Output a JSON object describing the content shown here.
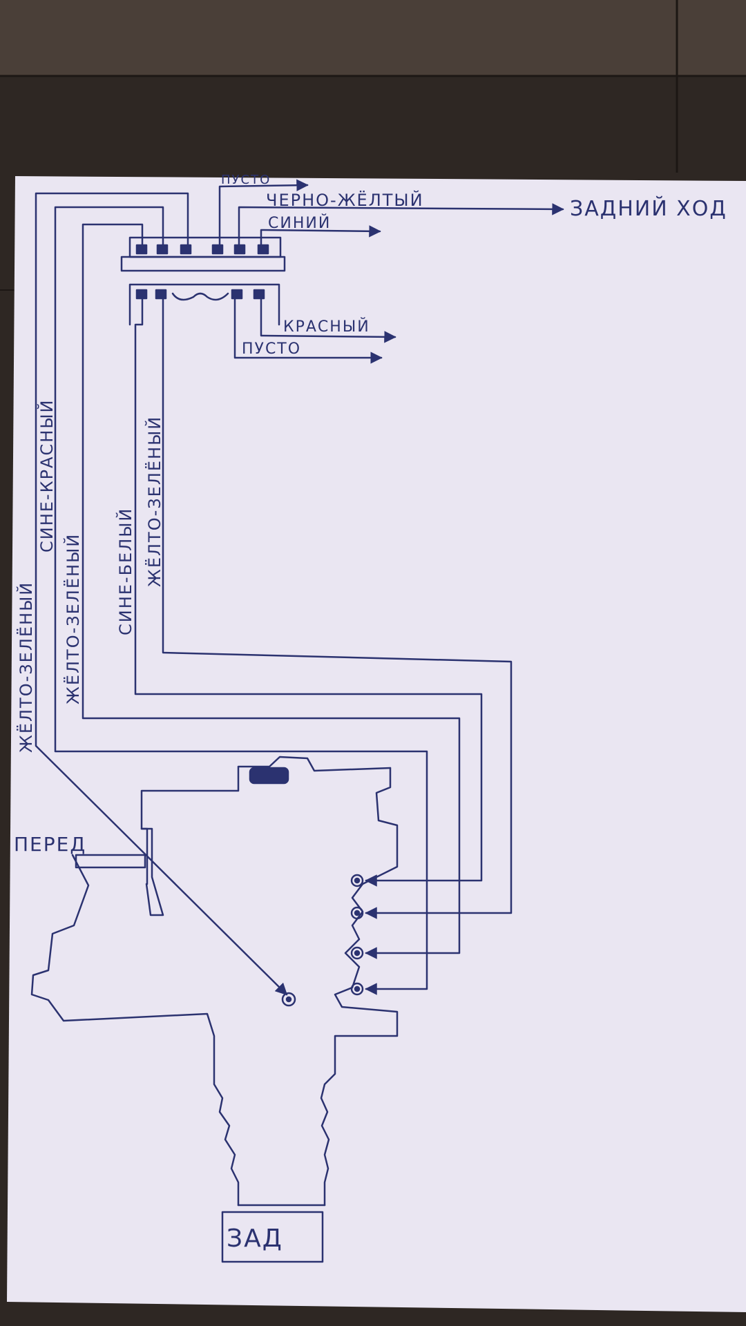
{
  "labels": {
    "pusto_top": "ПУСТО",
    "cherno_zhelty": "ЧЕРНО-ЖЁЛТЫЙ",
    "zadniy_hod": "ЗАДНИЙ ХОД",
    "siniy": "СИНИЙ",
    "krasny": "КРАСНЫЙ",
    "pusto_bottom": "ПУСТО",
    "wire_zhelto_zeleny_1": "ЖЁЛТО-ЗЕЛЁНЫЙ",
    "wire_sine_krasny": "СИНЕ-КРАСНЫЙ",
    "wire_zhelto_zeleny_2": "ЖЁЛТО-ЗЕЛЁНЫЙ",
    "wire_sine_bely": "СИНЕ-БЕЛЫЙ",
    "wire_zhelto_zeleny_3": "ЖЁЛТО-ЗЕЛЁНЫЙ",
    "pered": "ПЕРЕД",
    "zad": "ЗАД"
  },
  "colors": {
    "ink": "#2b3270",
    "paper": "#eae6f2",
    "wood": "#2e2723",
    "wood_light": "#4a3f38"
  }
}
